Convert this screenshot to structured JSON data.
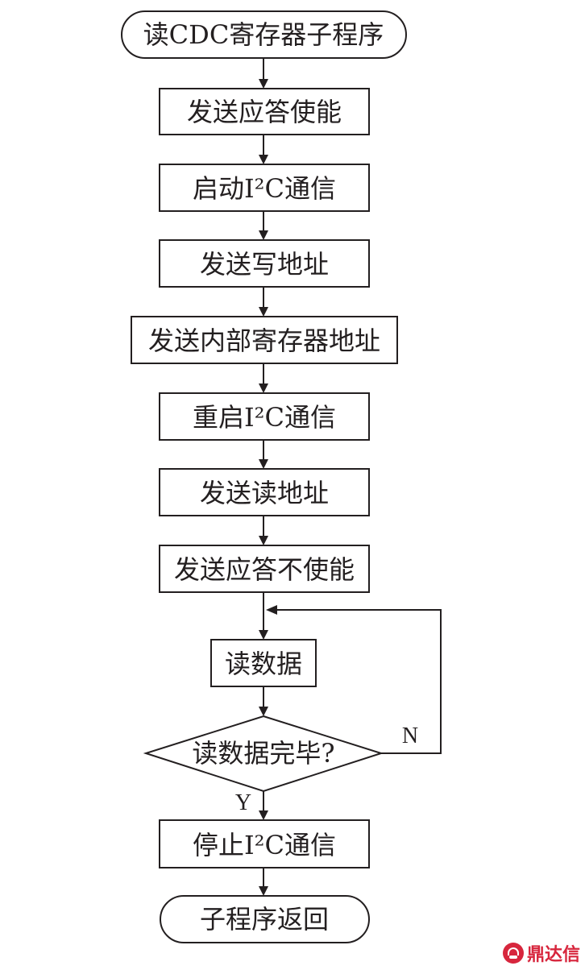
{
  "flowchart": {
    "start": "读CDC寄存器子程序",
    "steps": [
      "发送应答使能",
      "启动I²C通信",
      "发送写地址",
      "发送内部寄存器地址",
      "重启I²C通信",
      "发送读地址",
      "发送应答不使能",
      "读数据"
    ],
    "decision": "读数据完毕?",
    "yes_label": "Y",
    "no_label": "N",
    "after_loop": "停止I²C通信",
    "end": "子程序返回"
  },
  "watermark": {
    "text": "鼎达信",
    "logo": "brand-logo-icon",
    "color": "#d7263d"
  }
}
